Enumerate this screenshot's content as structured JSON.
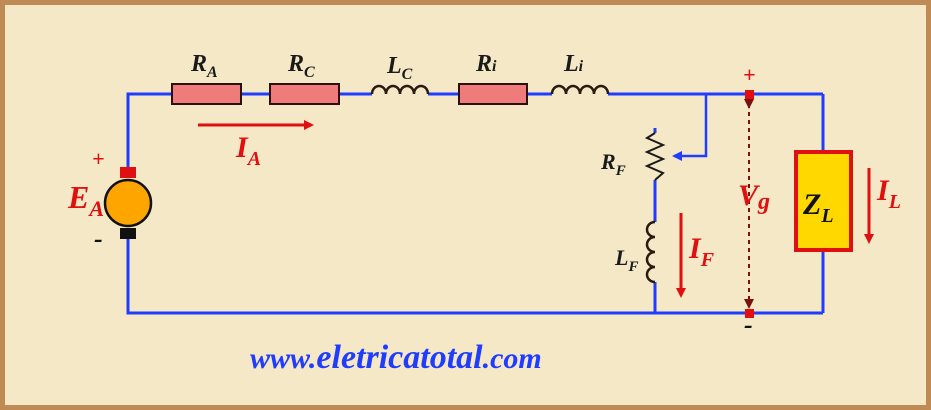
{
  "labels": {
    "ra_main": "R",
    "ra_sub": "A",
    "rc_main": "R",
    "rc_sub": "C",
    "lc_main": "L",
    "lc_sub": "C",
    "ri_main": "R",
    "ri_sub": "i",
    "li_main": "L",
    "li_sub": "i",
    "rf_main": "R",
    "rf_sub": "F",
    "lf_main": "L",
    "lf_sub": "F",
    "ia_main": "I",
    "ia_sub": "A",
    "if_main": "I",
    "if_sub": "F",
    "il_main": "I",
    "il_sub": "L",
    "ea_main": "E",
    "ea_sub": "A",
    "vg_main": "V",
    "vg_sub": "g",
    "zl_main": "Z",
    "zl_sub": "L",
    "plus": "+",
    "minus": "-"
  },
  "website": {
    "part1": "www.",
    "part2": "eletricatotal",
    "part3": ".com"
  },
  "colors": {
    "wire": "#1f3cff",
    "red": "#e01010",
    "resistor": "#f07b7b",
    "zl_fill": "#ffd800",
    "source": "#ffa500",
    "text": "#1a1a1a",
    "link": "#1f3cff"
  }
}
